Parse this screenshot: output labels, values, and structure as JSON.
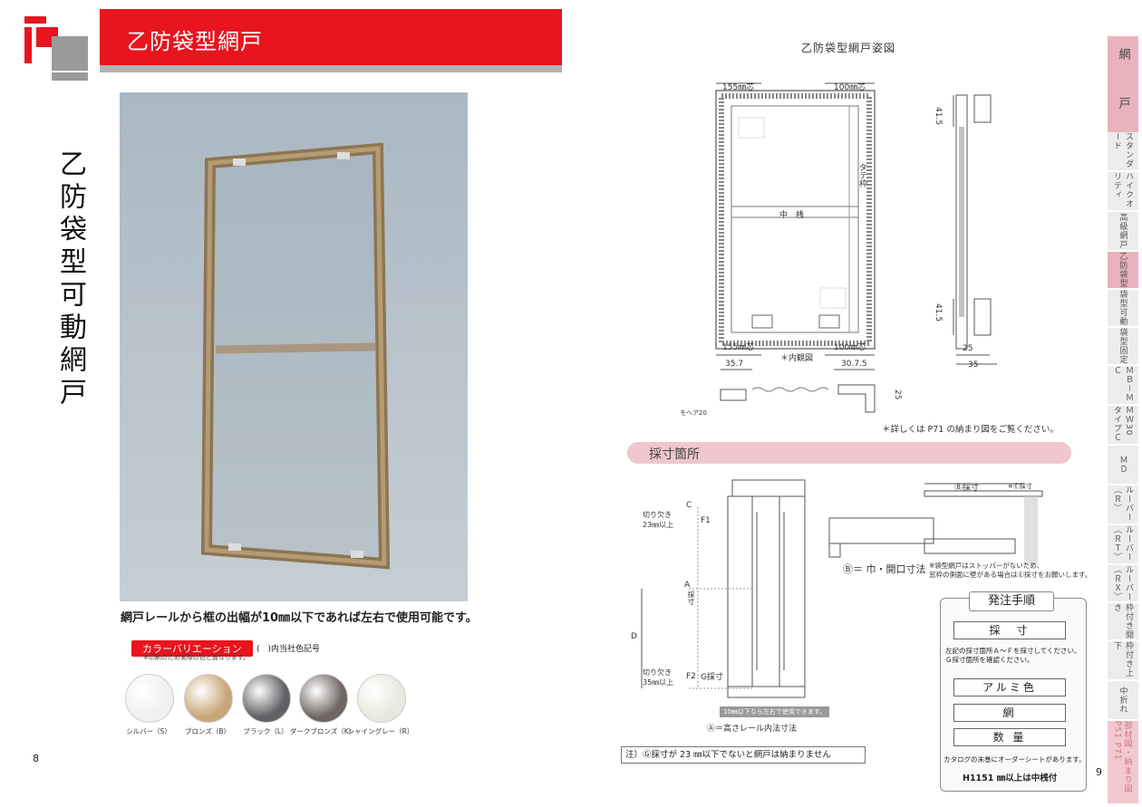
{
  "header": {
    "title": "乙防袋型網戸"
  },
  "left_page": {
    "vertical_title": "乙防袋型可動網戸",
    "caption": "網戸レールから框の出幅が10㎜以下であれば左右で使用可能です。",
    "color_variation": {
      "label": "カラーバリエーション",
      "note1": "(　)内当社色記号",
      "note2": "※印刷のため実際の色と異なります。",
      "swatches": [
        {
          "name": "シルバー（S）",
          "color": "#eef0f2"
        },
        {
          "name": "ブロンズ（B）",
          "color": "#c9a679"
        },
        {
          "name": "ブラック（L）",
          "color": "#5f6164"
        },
        {
          "name": "ダークブロンズ（K）",
          "color": "#6e6663"
        },
        {
          "name": "シャイングレー（R）",
          "color": "#e9e8df"
        }
      ]
    },
    "page_number": "8"
  },
  "right_page": {
    "diagram_title": "乙防袋型網戸姿図",
    "dims": {
      "top_left": "155㎜芯",
      "top_right": "100㎜芯",
      "bottom_left": "155㎜芯",
      "bottom_right": "100㎜芯",
      "inner_view": "＊内観図",
      "naka_san": "中　桟",
      "tate_waku": "タテ枠",
      "side_top": "41.5",
      "side_bottom": "41.5",
      "side_25": "25",
      "side_35": "35",
      "sec_left": "35.7",
      "sec_right": "30.7.5",
      "sec_h": "25",
      "mohair": "モヘア20"
    },
    "detail_note": "＊詳しくは P71 の納まり図をご覧ください。",
    "measure_section": "採寸箇所",
    "measure": {
      "c_label": "C",
      "f1": "切り欠き\n23㎜以上",
      "f1_mark": "F1",
      "a_label": "A",
      "a_saisun": "採寸",
      "d_label": "D",
      "f2": "切り欠き\n35㎜以上",
      "f2_mark": "F2",
      "g_label": "G採寸",
      "note_10mm": "10㎜以下なら左右で使用できます。",
      "a_def": "Ⓐ＝高さレール内法寸法",
      "b_saisun": "Ⓑ採寸",
      "e_saisun": "※Ⓔ採寸",
      "b_def": "Ⓑ＝ 巾・開口寸法",
      "b_note": "※袋型網戸はストッパーがないため、\n窓枠の側面に壁がある場合はⒺ採寸をお願いします。"
    },
    "caution": "注）Ⓖ採寸が 23 ㎜以下でないと網戸は納まりません",
    "order": {
      "title": "発注手順",
      "step1": "採　寸",
      "desc": "左記の採寸箇所Ａ～Ｆを採寸してください。\nＧ採寸箇所を確認ください。",
      "step2": "アルミ色",
      "step3": "網",
      "step4": "数 量",
      "footer": "カタログの末巻にオーダーシートがあります。"
    },
    "h_note": "H1151 ㎜以上は中桟付",
    "page_number": "9"
  },
  "side_tabs": [
    {
      "label": "網　戸"
    },
    {
      "label": "スタンダード"
    },
    {
      "label": "ハイクオリティ"
    },
    {
      "label": "高級網戸"
    },
    {
      "label": "乙防袋型"
    },
    {
      "label": "袋型可動"
    },
    {
      "label": "袋型固定"
    },
    {
      "label": "ＭＢ－ＭＣ"
    },
    {
      "label": "ＭＷ30タイプＣ"
    },
    {
      "label": "ＭＤ"
    },
    {
      "label": "ルーバー（Ｒ）"
    },
    {
      "label": "ルーバー（ＲＴ）"
    },
    {
      "label": "ルーバー（ＲＸ）"
    },
    {
      "label": "枠付き開き"
    },
    {
      "label": "枠付き上下"
    },
    {
      "label": "中折れ"
    },
    {
      "label": "部材図・納まり図 P51 P71"
    }
  ]
}
